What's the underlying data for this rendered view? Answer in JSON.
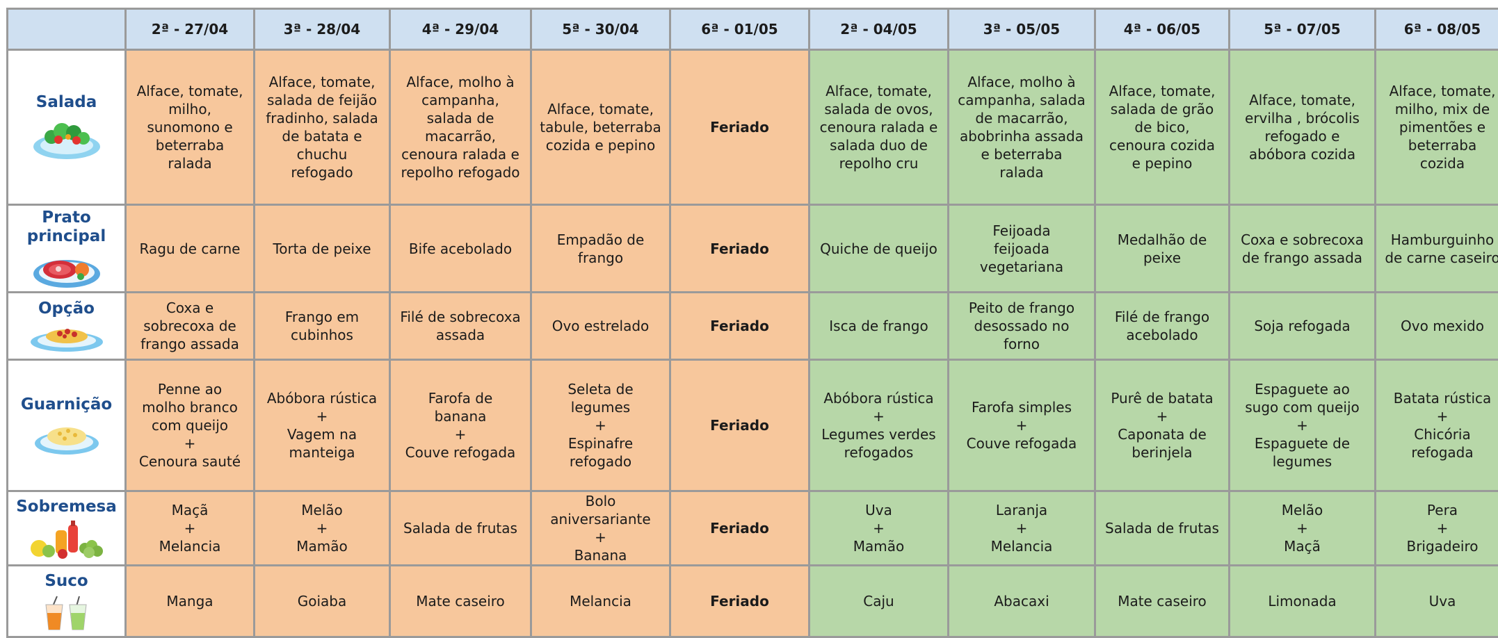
{
  "header": {
    "days": [
      "2ª - 27/04",
      "3ª - 28/04",
      "4ª - 29/04",
      "5ª - 30/04",
      "6ª - 01/05",
      "2ª - 04/05",
      "3ª - 05/05",
      "4ª - 06/05",
      "5ª - 07/05",
      "6ª - 08/05"
    ]
  },
  "colors": {
    "header_bg": "#cfe0f1",
    "week1_bg": "#f7c79c",
    "week2_bg": "#b7d7a8",
    "category_text": "#1f4e8c",
    "grid": "#9a9a9a"
  },
  "rows": [
    {
      "label": "Salada",
      "icon": "salad-plate-icon",
      "cells": [
        "Alface, tomate,\nmilho,\nsunomono e\nbeterraba\nralada",
        "Alface, tomate,\nsalada de feijão\nfradinho, salada\nde batata e\nchuchu\nrefogado",
        "Alface, molho à\ncampanha,\nsalada de\nmacarrão,\ncenoura ralada e\nrepolho refogado",
        "Alface, tomate,\ntabule, beterraba\ncozida e pepino",
        "Feriado",
        "Alface, tomate,\nsalada de ovos,\ncenoura ralada e\nsalada duo de\nrepolho cru",
        "Alface, molho à\ncampanha, salada\nde macarrão,\nabobrinha assada\ne beterraba\nralada",
        "Alface, tomate,\nsalada de grão\nde bico,\ncenoura cozida\ne pepino",
        "Alface, tomate,\nervilha , brócolis\nrefogado e\nabóbora cozida",
        "Alface, tomate,\nmilho, mix de\npimentões e\nbeterraba\ncozida"
      ]
    },
    {
      "label": "Prato\nprincipal",
      "icon": "steak-plate-icon",
      "cells": [
        "Ragu de carne",
        "Torta de peixe",
        "Bife acebolado",
        "Empadão de\nfrango",
        "Feriado",
        "Quiche de queijo",
        "Feijoada\nfeijoada\nvegetariana",
        "Medalhão de\npeixe",
        "Coxa e sobrecoxa\nde frango assada",
        "Hamburguinho\nde carne caseiro"
      ]
    },
    {
      "label": "Opção",
      "icon": "pasta-plate-icon",
      "cells": [
        "Coxa e\nsobrecoxa de\nfrango assada",
        "Frango em\ncubinhos",
        "Filé de sobrecoxa\nassada",
        "Ovo estrelado",
        "Feriado",
        "Isca de frango",
        "Peito de frango\ndesossado no\nforno",
        "Filé de frango\nacebolado",
        "Soja refogada",
        "Ovo mexido"
      ]
    },
    {
      "label": "Guarnição",
      "icon": "rice-plate-icon",
      "cells": [
        "Penne ao\nmolho branco\ncom queijo\n+\nCenoura sauté",
        "Abóbora rústica\n+\nVagem na\nmanteiga",
        "Farofa de\nbanana\n+\nCouve refogada",
        "Seleta de\nlegumes\n+\nEspinafre\nrefogado",
        "Feriado",
        "Abóbora rústica\n+\nLegumes verdes\nrefogados",
        "Farofa simples\n+\nCouve refogada",
        "Purê de batata\n+\nCaponata de\nberinjela",
        "Espaguete ao\nsugo com queijo\n+\nEspaguete de\nlegumes",
        "Batata rústica\n+\nChicória\nrefogada"
      ]
    },
    {
      "label": "Sobremesa",
      "icon": "fruits-icon",
      "cells": [
        "Maçã\n+\nMelancia",
        "Melão\n+\nMamão",
        "Salada de frutas",
        "Bolo\naniversariante\n+\nBanana",
        "Feriado",
        "Uva\n+\nMamão",
        "Laranja\n+\nMelancia",
        "Salada de frutas",
        "Melão\n+\nMaçã",
        "Pera\n+\nBrigadeiro"
      ]
    },
    {
      "label": "Suco",
      "icon": "juice-glasses-icon",
      "cells": [
        "Manga",
        "Goiaba",
        "Mate caseiro",
        "Melancia",
        "Feriado",
        "Caju",
        "Abacaxi",
        "Mate caseiro",
        "Limonada",
        "Uva"
      ]
    }
  ]
}
